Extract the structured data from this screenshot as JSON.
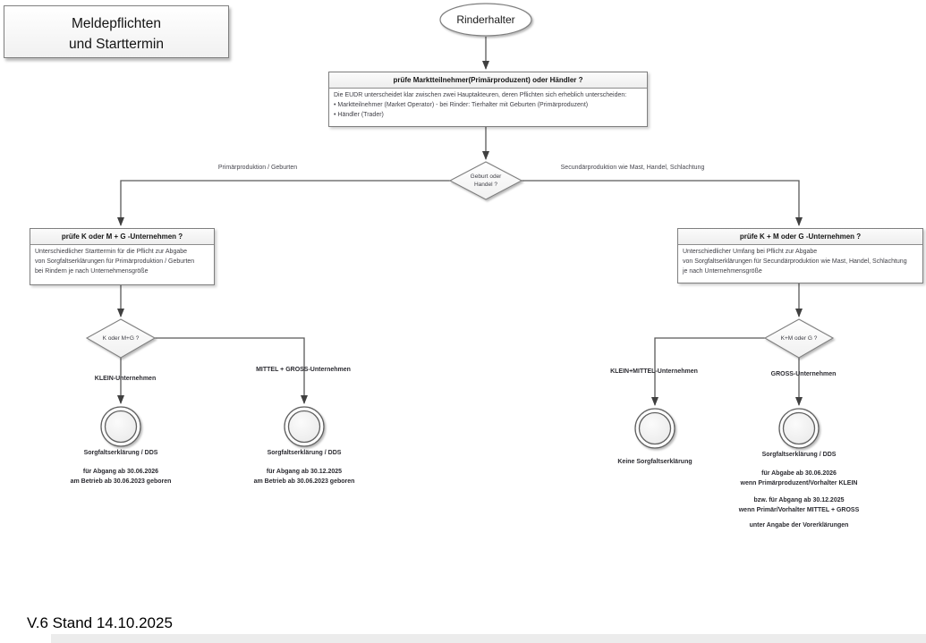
{
  "title_box": {
    "line1": "Meldepflichten",
    "line2": "und Starttermin"
  },
  "start_node": {
    "label": "Rinderhalter"
  },
  "top_check": {
    "header": "prüfe Marktteilnehmer(Primärproduzent) oder Händler ?",
    "intro": "Die EUDR unterscheidet klar zwischen zwei Hauptakteuren, deren Pflichten sich erheblich unterscheiden:",
    "bullet1": "• Marktteilnehmer (Market Operator)  - bei Rinder: Tierhalter mit Geburten (Primärproduzent)",
    "bullet2": "• Händler (Trader)"
  },
  "main_decision": {
    "line1": "Geburt oder",
    "line2": "Handel ?"
  },
  "branches": {
    "left_label": "Primärproduktion / Geburten",
    "right_label": "Secundärproduktion wie Mast, Handel, Schlachtung"
  },
  "left_check": {
    "header": "prüfe K oder M + G -Unternehmen ?",
    "line1": "Unterschiedlicher Starttermin für die Pflicht zur Abgabe",
    "line2": "von Sorgfaltserklärungen für Primärproduktion / Geburten",
    "line3": "bei Rindern je nach Unternehmensgröße"
  },
  "right_check": {
    "header": "prüfe K + M oder G -Unternehmen ?",
    "line1": "Unterschiedlicher Umfang bei Pflicht zur Abgabe",
    "line2": "von Sorgfaltserklärungen für Secundärproduktion wie Mast, Handel, Schlachtung",
    "line3": "je nach Unternehmensgröße"
  },
  "left_decision": {
    "label": "K oder M+G ?"
  },
  "right_decision": {
    "label": "K+M oder G ?"
  },
  "outcomes": [
    {
      "branch": "KLEIN-Unternehmen",
      "title": "Sorgfaltserklärung / DDS",
      "p1l1": "für Abgang ab 30.06.2026",
      "p1l2": "am Betrieb ab 30.06.2023 geboren"
    },
    {
      "branch": "MITTEL + GROSS-Unternehmen",
      "title": "Sorgfaltserklärung / DDS",
      "p1l1": "für Abgang ab 30.12.2025",
      "p1l2": "am Betrieb ab 30.06.2023 geboren"
    },
    {
      "branch": "KLEIN+MITTEL-Unternehmen",
      "title": "Keine Sorgfaltserklärung"
    },
    {
      "branch": "GROSS-Unternehmen",
      "title": "Sorgfaltserklärung / DDS",
      "p1l1": "für Abgabe ab 30.06.2026",
      "p1l2": "wenn Primärproduzent/Vorhalter KLEIN",
      "p2l1": "bzw. für Abgang ab 30.12.2025",
      "p2l2": "wenn Primär/Vorhalter MITTEL + GROSS",
      "p3l1": "unter Angabe der Vorerklärungen"
    }
  ],
  "footer": {
    "version": "V.6 Stand 14.10.2025"
  },
  "colors": {
    "line": "#595959",
    "border": "#7f7f7f",
    "header_bg": "#efefef",
    "body_text": "#3f3f46"
  }
}
